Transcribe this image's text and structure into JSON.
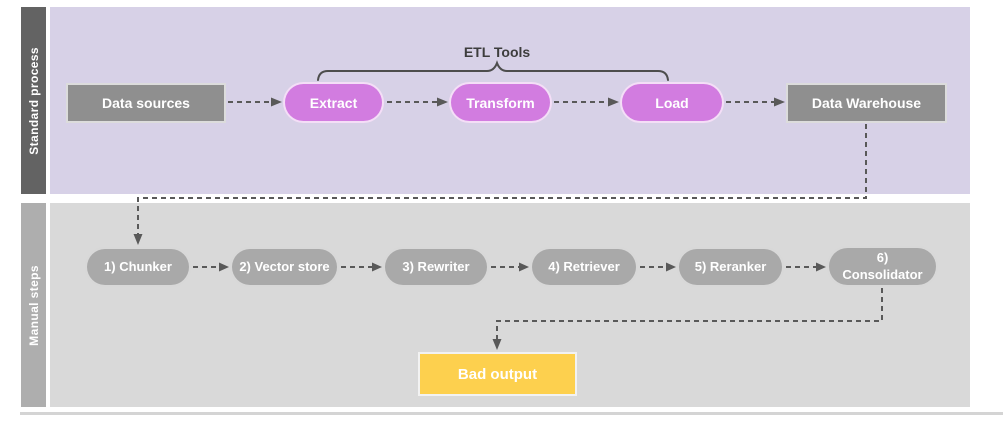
{
  "lanes": {
    "standard": "Standard process",
    "manual": "Manual steps"
  },
  "bracket_label": "ETL Tools",
  "nodes": {
    "data_sources": "Data sources",
    "extract": "Extract",
    "transform": "Transform",
    "load": "Load",
    "data_warehouse": "Data Warehouse",
    "chunker": "1) Chunker",
    "vector_store": "2) Vector store",
    "rewriter": "3) Rewriter",
    "retriever": "4) Retriever",
    "reranker": "5) Reranker",
    "consolidator": "6) Consolidator",
    "bad_output": "Bad output"
  },
  "colors": {
    "standard_lane_bg": "#d7d1e7",
    "standard_bar_bg": "#636363",
    "manual_lane_bg": "#d9d9d9",
    "manual_bar_bg": "#aeaeae",
    "etl_pill": "#d27ce0",
    "gray_box": "#8f8f8f",
    "gray_pill": "#a9a9a9",
    "bad_output_bg": "#fdd04e",
    "connector": "#595959",
    "bracket": "#4d4d4d",
    "label_text": "#3d3d3d",
    "divider": "#d4d4d4",
    "node_text": "#ffffff"
  }
}
